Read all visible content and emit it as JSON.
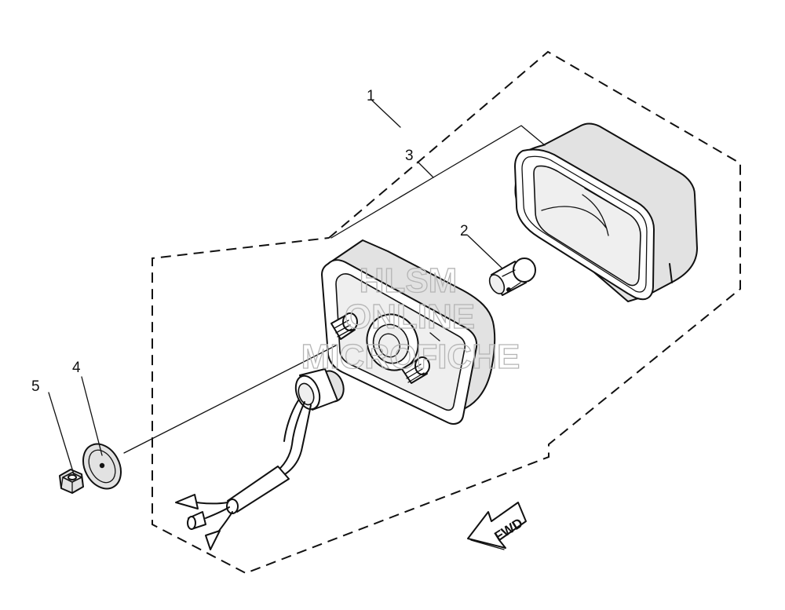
{
  "callouts": [
    {
      "id": "1",
      "label": "1"
    },
    {
      "id": "2",
      "label": "2"
    },
    {
      "id": "3",
      "label": "3"
    },
    {
      "id": "4",
      "label": "4"
    },
    {
      "id": "5",
      "label": "5"
    }
  ],
  "direction_arrow": {
    "label": "FWD"
  },
  "watermark": {
    "line1": "HLSM",
    "line2": "ONLINE",
    "line3": "MICROFICHE"
  },
  "colors": {
    "line": "#111111",
    "part_fill": "#e2e2e2",
    "watermark": "#b5b5b5"
  }
}
